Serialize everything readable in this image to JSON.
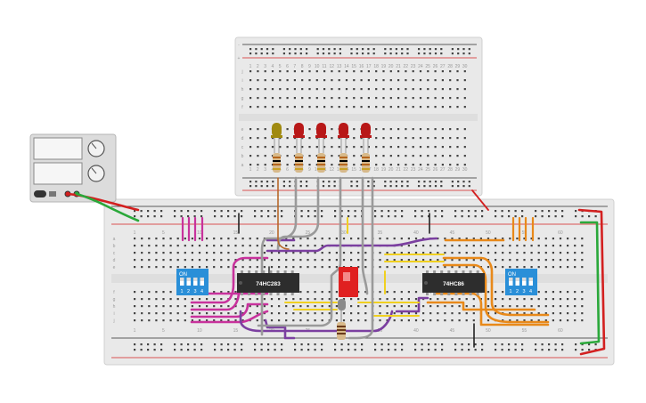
{
  "colors": {
    "board": "#e9e9e9",
    "rail_red": "#d32020",
    "rail_blue": "#2a2a2a",
    "wire_magenta": "#c8329c",
    "wire_purple": "#7b3fa0",
    "wire_orange": "#e8891a",
    "wire_yellow": "#f0d020",
    "wire_gray": "#9a9a9a",
    "wire_red": "#d32020",
    "wire_green": "#2aa83a",
    "wire_brown": "#b8682a",
    "chip": "#2d2d2d",
    "dip_switch": "#2a8fd8",
    "slide_switch": "#e02020",
    "led_red": "#b81818",
    "led_yellow": "#a08a10"
  },
  "top_board": {
    "row_letters_left_upper": [
      "j",
      "i",
      "h",
      "g",
      "f"
    ],
    "row_letters_left_lower": [
      "e",
      "d",
      "c",
      "b",
      "a"
    ],
    "column_numbers": [
      "1",
      "2",
      "3",
      "4",
      "5",
      "6",
      "7",
      "8",
      "9",
      "10",
      "11",
      "12",
      "13",
      "14",
      "15",
      "16",
      "17",
      "18",
      "19",
      "20",
      "21",
      "22",
      "23",
      "24",
      "25",
      "26",
      "27",
      "28",
      "29",
      "30"
    ]
  },
  "main_board": {
    "column_numbers": [
      "1",
      "5",
      "10",
      "15",
      "20",
      "25",
      "30",
      "35",
      "40",
      "45",
      "50",
      "55",
      "60"
    ],
    "row_letters_upper": [
      "a",
      "b",
      "c",
      "d",
      "e"
    ],
    "row_letters_lower": [
      "f",
      "g",
      "h",
      "i",
      "j"
    ]
  },
  "chips": [
    {
      "label": "74HC283"
    },
    {
      "label": "74HC86"
    }
  ],
  "dip_switches": [
    {
      "on_label": "ON",
      "positions": [
        "1",
        "2",
        "3",
        "4"
      ]
    },
    {
      "on_label": "ON",
      "positions": [
        "1",
        "2",
        "3",
        "4"
      ]
    }
  ],
  "leds": [
    "yellow",
    "red",
    "red",
    "red",
    "red"
  ],
  "power_supply": {
    "terminal_labels": [
      "-",
      "+"
    ]
  }
}
